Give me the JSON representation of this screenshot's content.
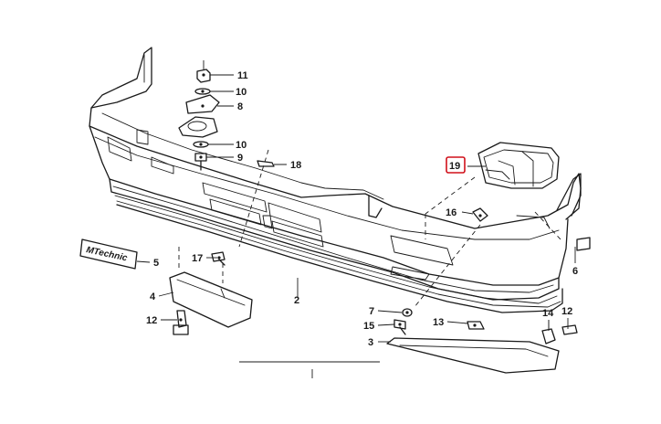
{
  "diagram": {
    "badge_text": "MTechnic",
    "callouts": [
      {
        "id": "c11",
        "label": "11"
      },
      {
        "id": "c10a",
        "label": "10"
      },
      {
        "id": "c8",
        "label": "8"
      },
      {
        "id": "c10b",
        "label": "10"
      },
      {
        "id": "c9",
        "label": "9"
      },
      {
        "id": "c18",
        "label": "18"
      },
      {
        "id": "c19",
        "label": "19",
        "highlighted": true
      },
      {
        "id": "c16",
        "label": "16"
      },
      {
        "id": "c17",
        "label": "17"
      },
      {
        "id": "c5",
        "label": "5"
      },
      {
        "id": "c6",
        "label": "6"
      },
      {
        "id": "c4",
        "label": "4"
      },
      {
        "id": "c2",
        "label": "2"
      },
      {
        "id": "c12a",
        "label": "12"
      },
      {
        "id": "c7",
        "label": "7"
      },
      {
        "id": "c15",
        "label": "15"
      },
      {
        "id": "c13",
        "label": "13"
      },
      {
        "id": "c14",
        "label": "14"
      },
      {
        "id": "c12b",
        "label": "12"
      },
      {
        "id": "c3",
        "label": "3"
      }
    ],
    "colors": {
      "line": "#1a1a1a",
      "highlight": "#d0101a",
      "background": "#ffffff"
    }
  }
}
